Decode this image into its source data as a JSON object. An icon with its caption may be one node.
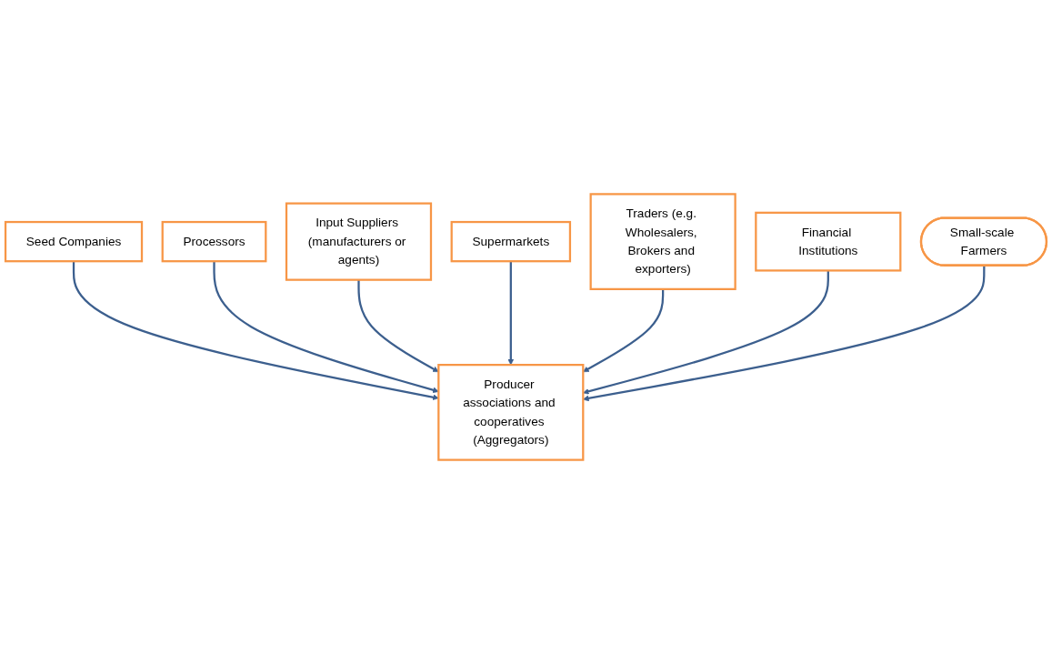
{
  "diagram": {
    "nodes": [
      {
        "text": [
          "Seed Companies"
        ]
      },
      {
        "text": [
          "Processors"
        ]
      },
      {
        "text": [
          "Input Suppliers (manufacturers or agents)"
        ]
      },
      {
        "text": [
          "Supermarkets"
        ]
      },
      {
        "text": [
          "Producer associations and cooperatives (Aggregators)"
        ]
      },
      {
        "text": [
          "Traders (e.g. Wholesalers, Brokers and exporters)"
        ]
      },
      {
        "text": [
          "Financial Institutions"
        ]
      },
      {
        "text": [
          "Small-scale Farmers"
        ]
      }
    ],
    "edges": [
      {
        "from": 0,
        "to": 4,
        "arrow": "to"
      },
      {
        "from": 1,
        "to": 4,
        "arrow": "to"
      },
      {
        "from": 2,
        "to": 4,
        "arrow": "to"
      },
      {
        "from": 3,
        "to": 4,
        "arrow": "to"
      },
      {
        "from": 5,
        "to": 4,
        "arrow": "to"
      },
      {
        "from": 6,
        "to": 4,
        "arrow": "to"
      },
      {
        "from": 7,
        "to": 4,
        "arrow": "to"
      }
    ]
  }
}
